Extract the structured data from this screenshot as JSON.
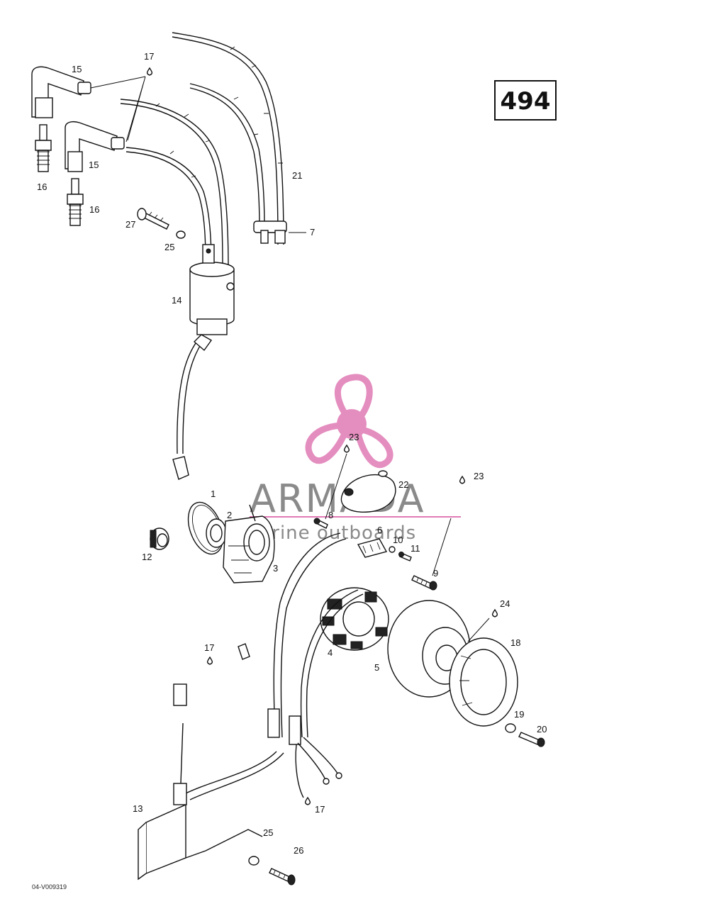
{
  "page_number": "494",
  "drawing_code": "04-V009319",
  "watermark": {
    "brand": "ARMADA",
    "tagline": "marine outboards",
    "brand_color": "#e07ab5"
  },
  "callouts": {
    "c1": "1",
    "c2": "2",
    "c3": "3",
    "c4": "4",
    "c5": "5",
    "c6": "6",
    "c7": "7",
    "c8": "8",
    "c9": "9",
    "c10": "10",
    "c11": "11",
    "c12": "12",
    "c13": "13",
    "c14": "14",
    "c15a": "15",
    "c15b": "15",
    "c16a": "16",
    "c16b": "16",
    "c17a": "17",
    "c17b": "17",
    "c17c": "17",
    "c18": "18",
    "c19": "19",
    "c20": "20",
    "c21": "21",
    "c22": "22",
    "c23a": "23",
    "c23b": "23",
    "c24": "24",
    "c25a": "25",
    "c25b": "25",
    "c26": "26",
    "c27": "27"
  }
}
